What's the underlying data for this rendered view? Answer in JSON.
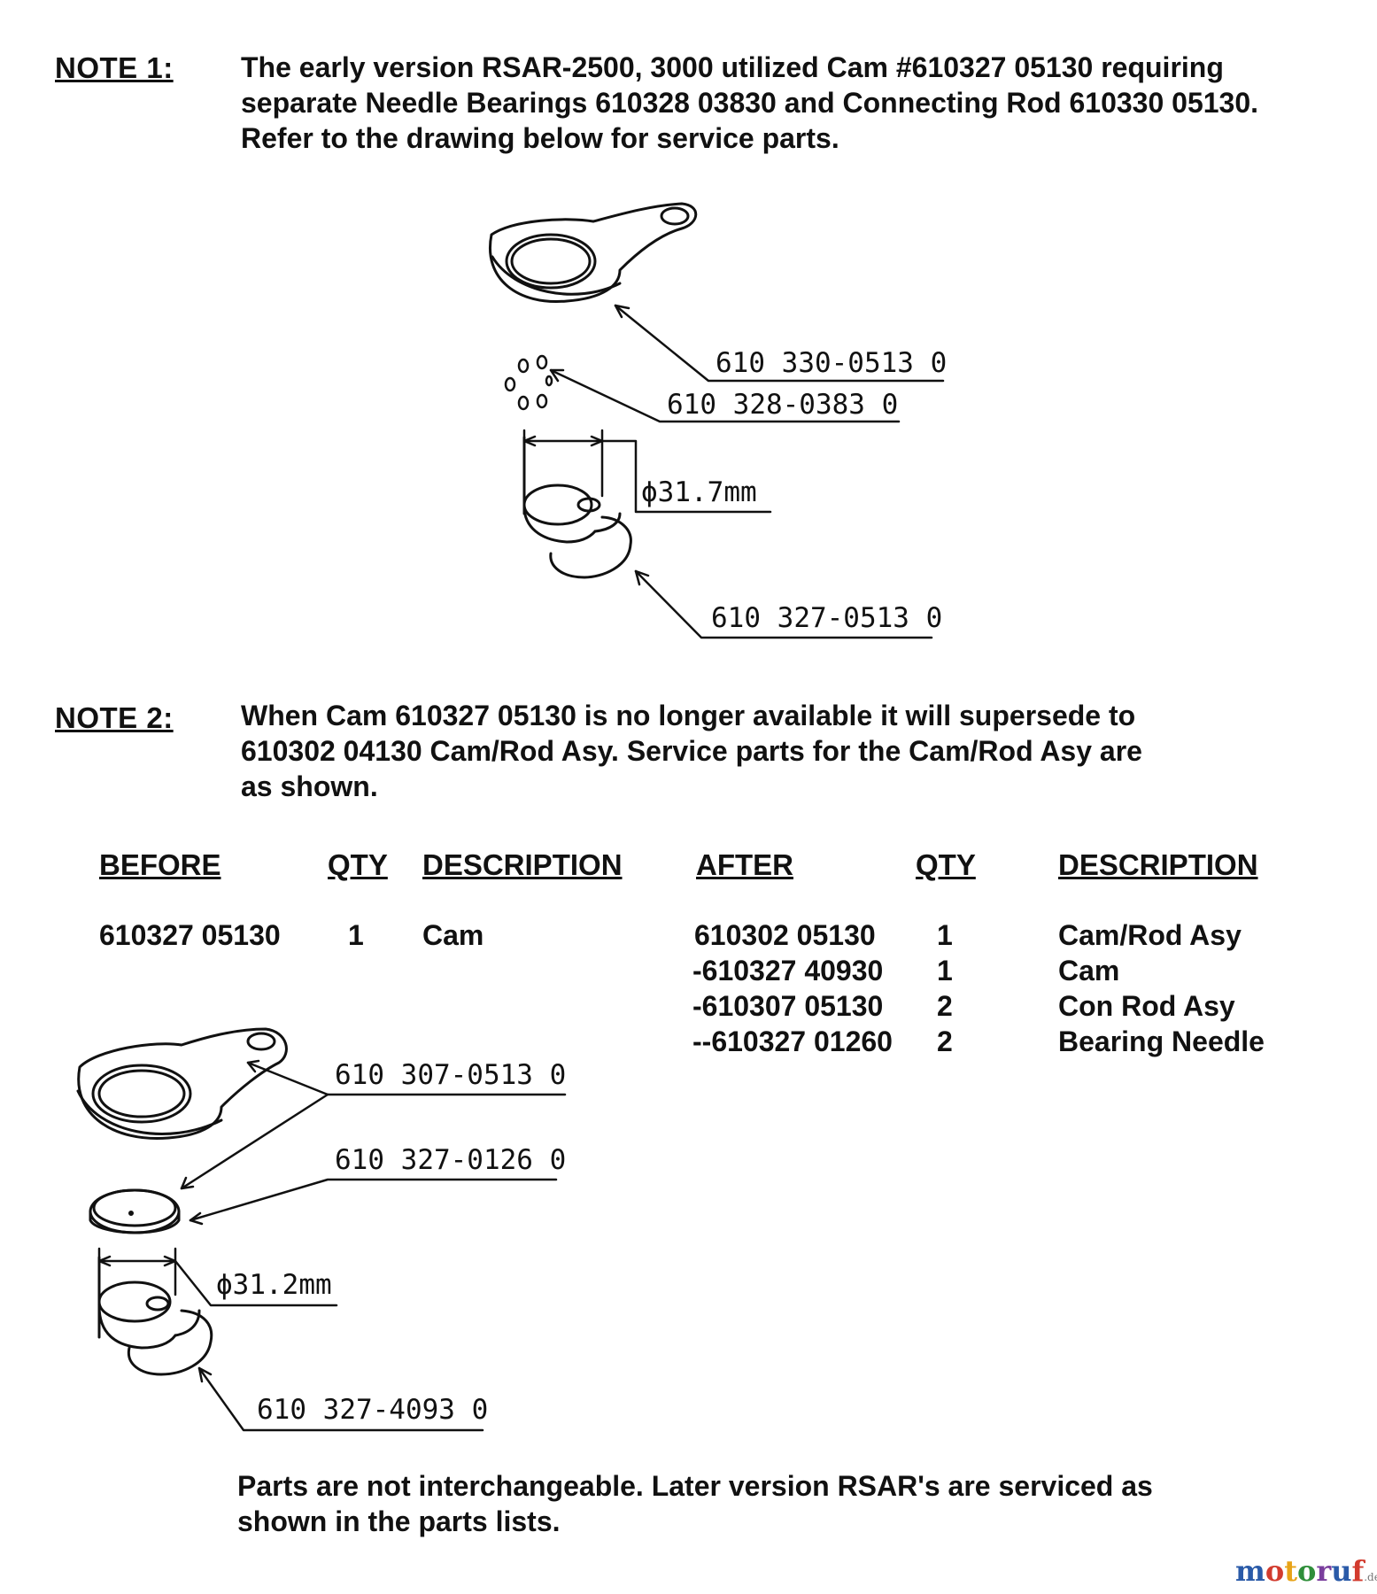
{
  "note1": {
    "label": "NOTE 1:",
    "lines": [
      "The early version RSAR-2500, 3000 utilized Cam #610327 05130 requiring",
      "separate Needle Bearings 610328 03830 and Connecting Rod 610330 05130.",
      "Refer to the drawing below for service parts."
    ],
    "callouts": {
      "rod": "610 330-0513 0",
      "bearing": "610 328-0383 0",
      "diameter": "ϕ31.7mm",
      "cam": "610 327-0513 0"
    }
  },
  "note2": {
    "label": "NOTE 2:",
    "lines": [
      "When Cam 610327 05130 is no longer available it will supersede to",
      "610302 04130 Cam/Rod Asy.  Service parts for the Cam/Rod Asy are",
      "as shown."
    ],
    "callouts": {
      "rod": "610 307-0513 0",
      "bearing": "610 327-0126 0",
      "diameter": "ϕ31.2mm",
      "cam": "610 327-4093 0"
    }
  },
  "table": {
    "headers": {
      "before": "BEFORE",
      "qty1": "QTY",
      "desc1": "DESCRIPTION",
      "after": "AFTER",
      "qty2": "QTY",
      "desc2": "DESCRIPTION"
    },
    "before_row": {
      "part": "610327 05130",
      "qty": "1",
      "desc": "Cam"
    },
    "after_rows": [
      {
        "part": "610302 05130",
        "qty": "1",
        "desc": "Cam/Rod Asy"
      },
      {
        "part": "-610327 40930",
        "qty": "1",
        "desc": "Cam"
      },
      {
        "part": "-610307 05130",
        "qty": "2",
        "desc": "Con Rod Asy"
      },
      {
        "part": "--610327 01260",
        "qty": "2",
        "desc": "Bearing Needle"
      }
    ]
  },
  "footer": {
    "lines": [
      "Parts are not interchangeable.  Later version RSAR's are serviced as",
      "shown in the parts lists."
    ]
  },
  "watermark": {
    "text": "motoruf",
    "suffix": ".de",
    "colors": [
      "#2a5aa8",
      "#d23b2e",
      "#e8a317",
      "#2f8f3a",
      "#7a3e9d",
      "#2a5aa8",
      "#d23b2e"
    ]
  }
}
